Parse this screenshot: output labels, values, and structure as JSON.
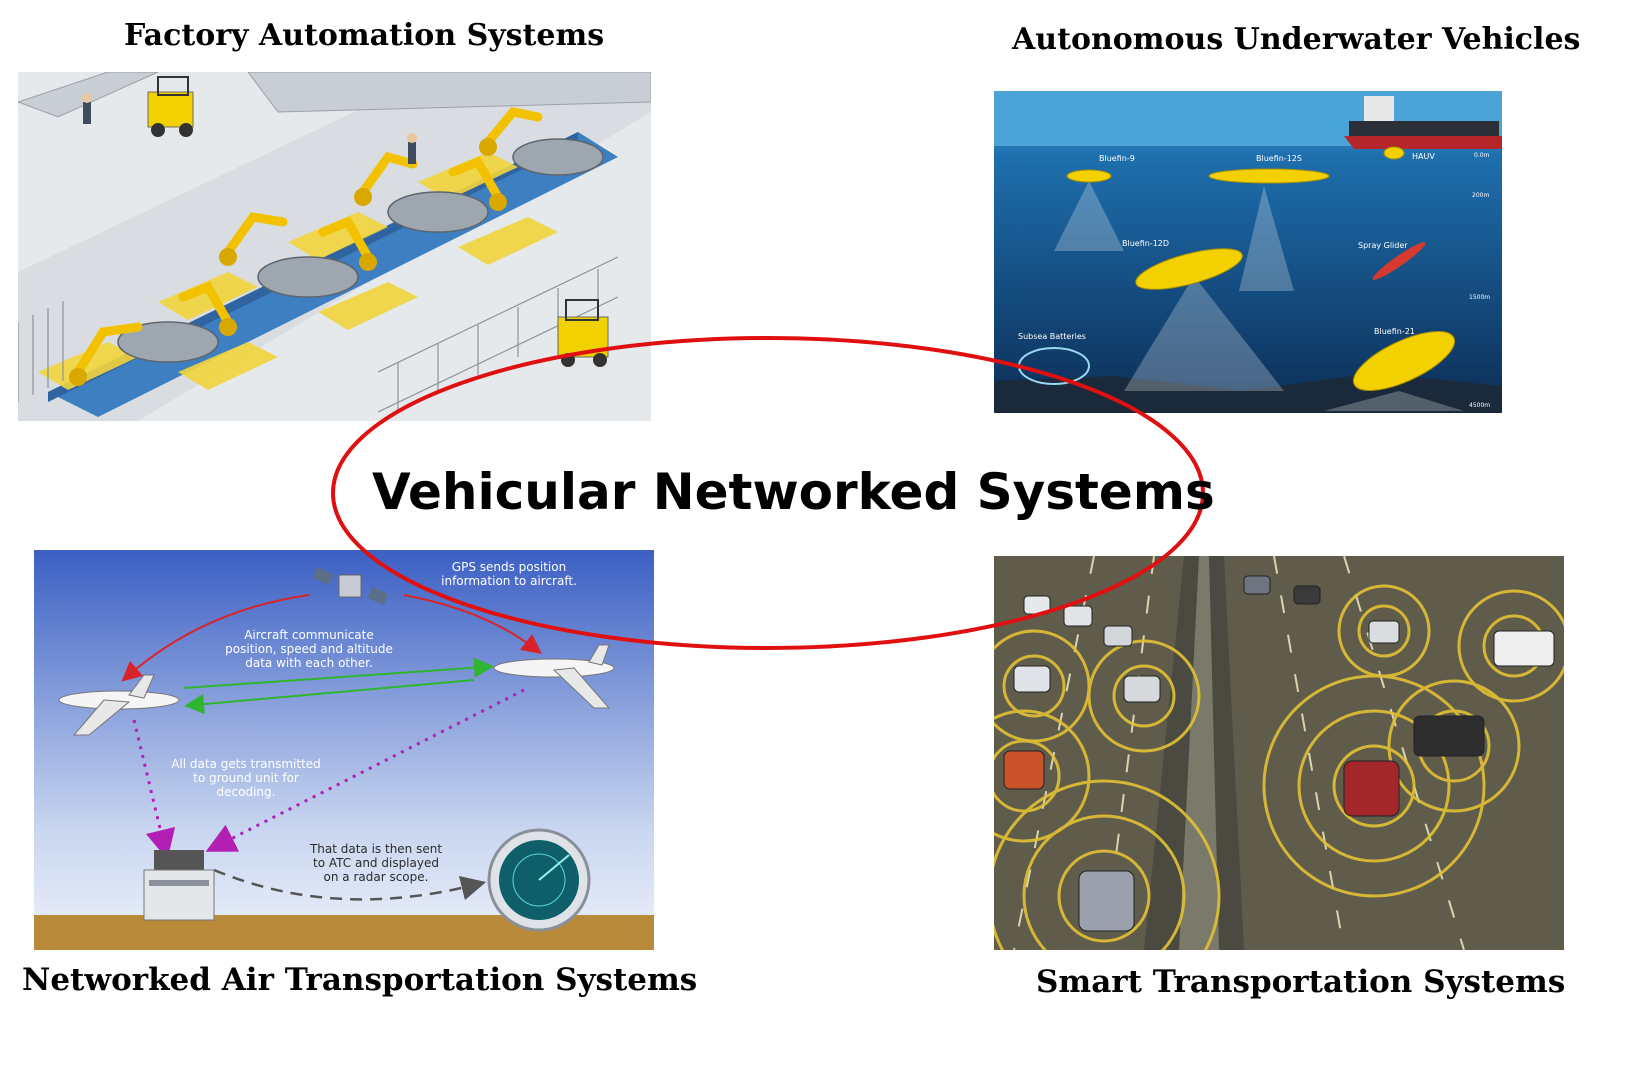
{
  "titles": {
    "factory": "Factory Automation Systems",
    "underwater": "Autonomous Underwater Vehicles",
    "center": "Vehicular Networked Systems",
    "air": "Networked Air Transportation Systems",
    "smart": "Smart Transportation Systems"
  },
  "underwater_labels": {
    "bluefin9": "Bluefin-9",
    "bluefin12s": "Bluefin-12S",
    "hauv": "HAUV",
    "bluefin12d": "Bluefin-12D",
    "spray": "Spray Glider",
    "subsea": "Subsea Batteries",
    "bluefin21": "Bluefin-21",
    "d0": "0.0m",
    "d200": "200m",
    "d1500": "1500m",
    "d4500": "4500m"
  },
  "air_labels": {
    "gps1": "GPS sends position",
    "gps2": "information to aircraft.",
    "comm1": "Aircraft communicate",
    "comm2": "position, speed and altitude",
    "comm3": "data with each other.",
    "ground1": "All data gets transmitted",
    "ground2": "to ground unit for",
    "ground3": "decoding.",
    "atc1": "That data is then sent",
    "atc2": "to ATC and displayed",
    "atc3": "on a radar scope."
  },
  "colors": {
    "ellipse": "#e01010",
    "ocean": "#1e6fae",
    "sky_top": "#3b5fc4",
    "sky_bottom": "#dfe8f7",
    "ground": "#b98a3a",
    "road": "#6d6a58",
    "ring": "#e3c133",
    "robot": "#f2c200",
    "conveyor": "#3d7fc0"
  }
}
